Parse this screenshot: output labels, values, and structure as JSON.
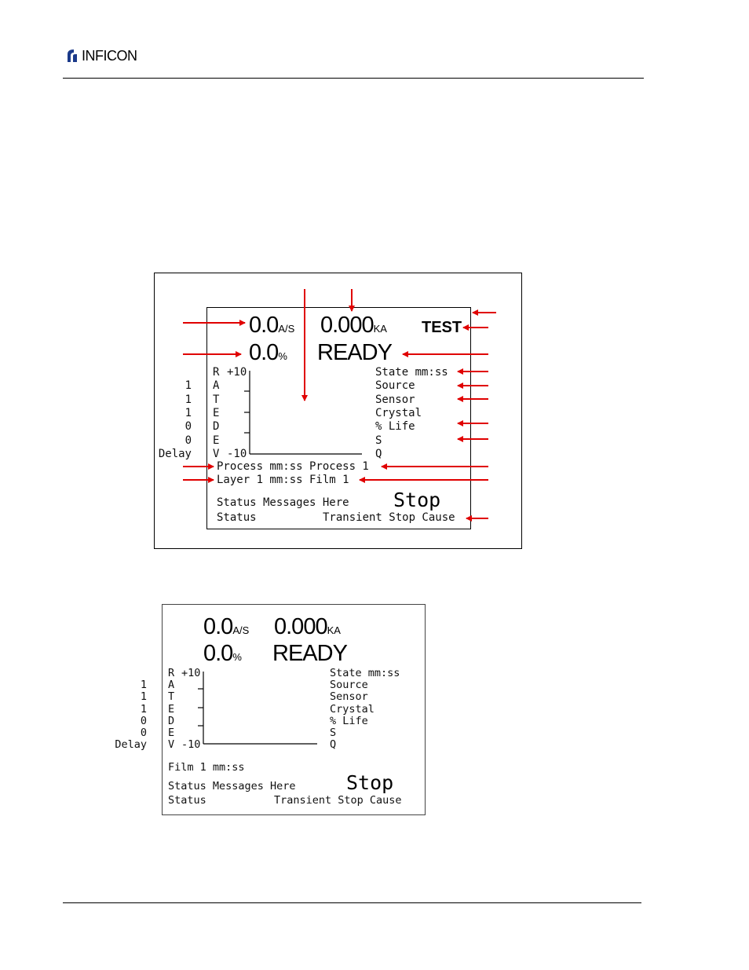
{
  "header": {
    "logo_text": "INFICON"
  },
  "screen1": {
    "rate_value": "0.0",
    "rate_unit": "A/S",
    "thickness_value": "0.000",
    "thickness_unit": "KA",
    "test_label": "TEST",
    "power_value": "0.0",
    "power_unit": "%",
    "state_label": "READY",
    "graph_axis_letters": [
      "R",
      "A",
      "T",
      "E",
      "D",
      "E",
      "V"
    ],
    "graph_top_label": "+10",
    "graph_bottom_label": "-10",
    "info_rows": [
      {
        "label": "State mm:ss",
        "value": ""
      },
      {
        "label": "Source",
        "value": "1"
      },
      {
        "label": "Sensor",
        "value": "1"
      },
      {
        "label": "Crystal",
        "value": "1"
      },
      {
        "label": "% Life",
        "value": "0"
      },
      {
        "label": "S",
        "value": "0"
      },
      {
        "label": "Q",
        "value": "Delay"
      }
    ],
    "process_line": "Process mm:ss Process 1",
    "layer_line": "Layer 1 mm:ss Film 1",
    "status_messages": "Status Messages Here",
    "stop_label": "Stop",
    "status_label": "Status",
    "transient_label": "Transient Stop Cause"
  },
  "screen2": {
    "rate_value": "0.0",
    "rate_unit": "A/S",
    "thickness_value": "0.000",
    "thickness_unit": "KA",
    "power_value": "0.0",
    "power_unit": "%",
    "state_label": "READY",
    "graph_axis_letters": [
      "R",
      "A",
      "T",
      "E",
      "D",
      "E",
      "V"
    ],
    "graph_top_label": "+10",
    "graph_bottom_label": "-10",
    "info_rows": [
      {
        "label": "State mm:ss",
        "value": ""
      },
      {
        "label": "Source",
        "value": "1"
      },
      {
        "label": "Sensor",
        "value": "1"
      },
      {
        "label": "Crystal",
        "value": "1"
      },
      {
        "label": "% Life",
        "value": "0"
      },
      {
        "label": "S",
        "value": "0"
      },
      {
        "label": "Q",
        "value": "Delay"
      }
    ],
    "film_line": "Film 1 mm:ss",
    "status_messages": "Status Messages Here",
    "stop_label": "Stop",
    "status_label": "Status",
    "transient_label": "Transient Stop Cause"
  },
  "colors": {
    "arrow": "#e00000",
    "text": "#000000"
  }
}
